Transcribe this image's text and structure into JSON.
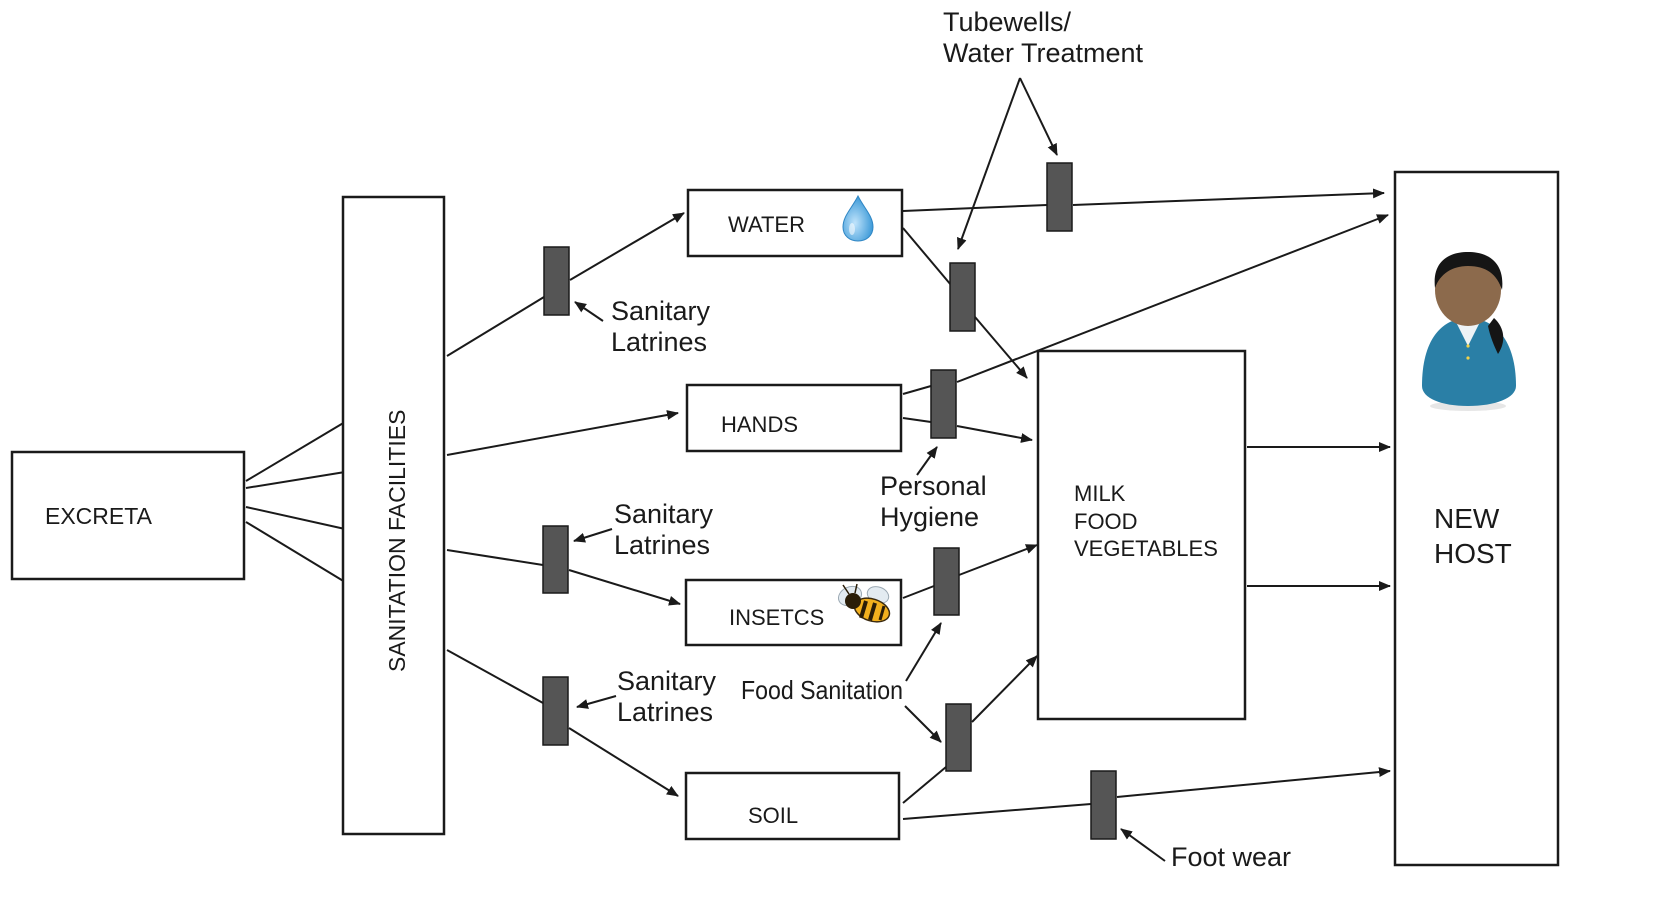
{
  "nodes": {
    "excreta": "EXCRETA",
    "sanitation_facilities": "SANITATION FACILITIES",
    "water": "WATER",
    "hands": "HANDS",
    "insects": "INSETCS",
    "soil": "SOIL",
    "milk": "MILK",
    "food": "FOOD",
    "vegetables": "VEGETABLES",
    "new": "NEW",
    "host": "HOST"
  },
  "barriers": {
    "sanitary_latrines_1a": "Sanitary",
    "sanitary_latrines_1b": "Latrines",
    "sanitary_latrines_2a": "Sanitary",
    "sanitary_latrines_2b": "Latrines",
    "sanitary_latrines_3a": "Sanitary",
    "sanitary_latrines_3b": "Latrines",
    "tubewells_a": "Tubewells/",
    "tubewells_b": "Water Treatment",
    "personal_hygiene_a": "Personal",
    "personal_hygiene_b": "Hygiene",
    "food_sanitation": "Food Sanitation",
    "foot_wear": "Foot wear"
  },
  "icons": {
    "water": "water-drop-icon",
    "insects": "bee-icon",
    "host": "person-icon"
  },
  "colors": {
    "line": "#1a1a1a",
    "barrier": "#555555",
    "drop": "#3d9ad8",
    "person_shirt": "#2a7fa6",
    "person_skin": "#8c6a4c",
    "bee_yellow": "#f2b01e"
  }
}
